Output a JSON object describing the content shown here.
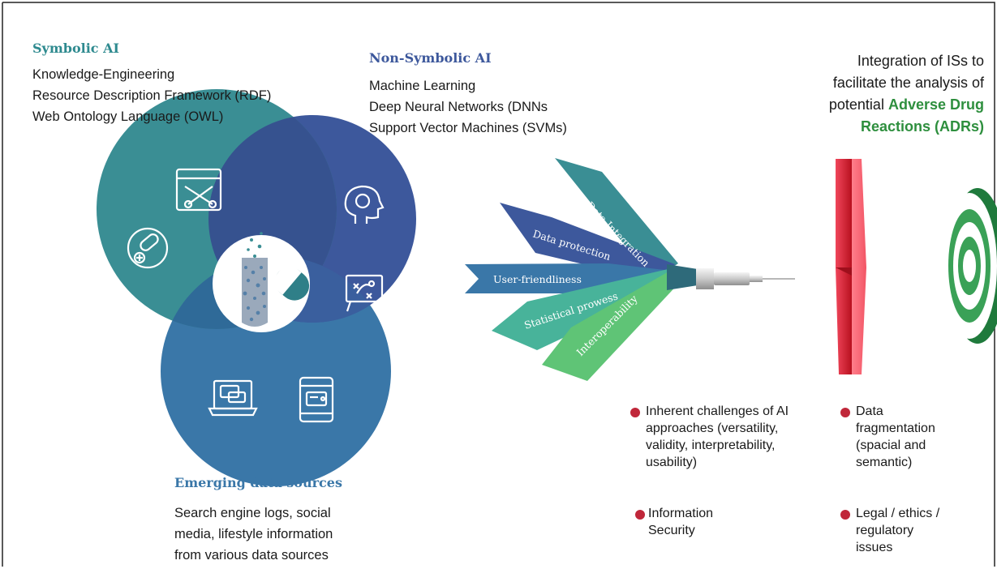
{
  "symbolic": {
    "heading": "Symbolic AI",
    "items": [
      "Knowledge-Engineering",
      "Resource Description Framework (RDF)",
      "Web Ontology Language (OWL)"
    ]
  },
  "non_symbolic": {
    "heading": "Non-Symbolic AI",
    "items": [
      "Machine Learning",
      "Deep Neural Networks (DNNs",
      "Support Vector Machines (SVMs)"
    ]
  },
  "emerging": {
    "heading": "Emerging data sources",
    "lines": [
      "Search engine logs, social",
      "media, lifestyle information",
      "from various data sources"
    ]
  },
  "goal": {
    "line1": "Integration of ISs to",
    "line2": "facilitate the analysis of",
    "line3_prefix": "potential  ",
    "line3_highlight": "Adverse Drug",
    "line4_highlight": "Reactions (ADRs)"
  },
  "ribbons": {
    "data_integration": "Data Integration",
    "data_protection": "Data protection",
    "user_friendliness": "User-friendliness",
    "statistical_prowess": "Statistical prowess",
    "interoperability": "Interoperability"
  },
  "challenges": [
    {
      "lines": [
        "Inherent challenges of AI",
        "approaches (versatility,",
        "validity, interpretability,",
        "usability)"
      ]
    },
    {
      "lines": [
        "Information",
        "Security"
      ]
    },
    {
      "lines": [
        "Data",
        "fragmentation",
        "(spacial and",
        "semantic)"
      ]
    },
    {
      "lines": [
        "Legal / ethics /",
        "regulatory",
        "issues"
      ]
    }
  ],
  "colors": {
    "symbolic": "#3a8e94",
    "non_symbolic": "#3d589c",
    "emerging": "#3a77a8",
    "highlight_green": "#2e8f3e",
    "bullet_red": "#c0273a"
  },
  "icons": [
    "pill-icon",
    "tools-window-icon",
    "medicine-icon",
    "head-brain-icon",
    "strategy-board-icon",
    "laptop-chat-icon",
    "mobile-chat-icon",
    "syringe-icon",
    "target-icon"
  ]
}
